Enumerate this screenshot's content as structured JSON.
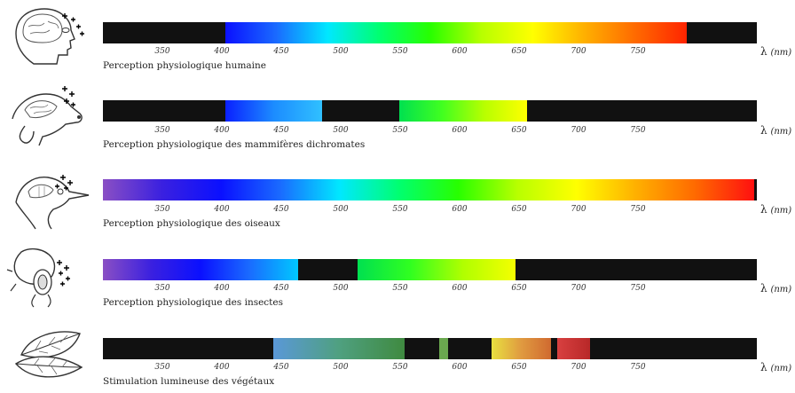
{
  "axis": {
    "range_nm": [
      300,
      850
    ],
    "ticks": [
      "350",
      "400",
      "450",
      "500",
      "550",
      "600",
      "650",
      "700",
      "750"
    ],
    "unit_symbol": "λ",
    "unit_label": "(nm)"
  },
  "rows": [
    {
      "icon": "human-head-icon",
      "caption": "Perception physiologique humaine",
      "segments": [
        {
          "from": 300,
          "to": 403,
          "gradient": [
            "#111111"
          ]
        },
        {
          "from": 403,
          "to": 791,
          "gradient": [
            "#0a10ff",
            "#1a6bff",
            "#00e8ff",
            "#00ff70",
            "#28ff00",
            "#b8ff00",
            "#ffff00",
            "#ffb000",
            "#ff6a00",
            "#ff2400"
          ]
        },
        {
          "from": 791,
          "to": 850,
          "gradient": [
            "#111111"
          ]
        }
      ]
    },
    {
      "icon": "dog-head-icon",
      "caption": "Perception physiologique des mammifères dichromates",
      "segments": [
        {
          "from": 300,
          "to": 403,
          "gradient": [
            "#111111"
          ]
        },
        {
          "from": 403,
          "to": 484,
          "gradient": [
            "#0a20ff",
            "#1c8cff",
            "#30c0ff"
          ]
        },
        {
          "from": 484,
          "to": 549,
          "gradient": [
            "#111111"
          ]
        },
        {
          "from": 549,
          "to": 657,
          "gradient": [
            "#00e050",
            "#40ff20",
            "#b8ff00",
            "#ffff00"
          ]
        },
        {
          "from": 657,
          "to": 850,
          "gradient": [
            "#111111"
          ]
        }
      ]
    },
    {
      "icon": "bird-head-icon",
      "caption": "Perception physiologique des oiseaux",
      "segments": [
        {
          "from": 300,
          "to": 848,
          "gradient": [
            "#8a4fc4",
            "#3a20e0",
            "#0a10ff",
            "#1a6bff",
            "#00e8ff",
            "#00ff70",
            "#28ff00",
            "#b8ff00",
            "#ffff00",
            "#ffb000",
            "#ff6a00",
            "#ff1010"
          ]
        },
        {
          "from": 848,
          "to": 850,
          "gradient": [
            "#111111"
          ]
        }
      ]
    },
    {
      "icon": "insect-head-icon",
      "caption": "Perception physiologique des insectes",
      "segments": [
        {
          "from": 300,
          "to": 464,
          "gradient": [
            "#8a4fc4",
            "#3a20e0",
            "#0a10ff",
            "#1a6bff",
            "#00c8ff"
          ]
        },
        {
          "from": 464,
          "to": 514,
          "gradient": [
            "#111111"
          ]
        },
        {
          "from": 514,
          "to": 647,
          "gradient": [
            "#00e050",
            "#30ff20",
            "#b0ff00",
            "#f5ff00"
          ]
        },
        {
          "from": 647,
          "to": 850,
          "gradient": [
            "#111111"
          ]
        }
      ]
    },
    {
      "icon": "leaves-icon",
      "caption": "Stimulation lumineuse des végétaux",
      "segments": [
        {
          "from": 300,
          "to": 443,
          "gradient": [
            "#111111"
          ]
        },
        {
          "from": 443,
          "to": 554,
          "gradient": [
            "#5a98d8",
            "#4fa080",
            "#3f8a40"
          ]
        },
        {
          "from": 554,
          "to": 583,
          "gradient": [
            "#111111"
          ]
        },
        {
          "from": 583,
          "to": 590,
          "gradient": [
            "#6aa84f"
          ]
        },
        {
          "from": 590,
          "to": 627,
          "gradient": [
            "#111111"
          ]
        },
        {
          "from": 627,
          "to": 677,
          "gradient": [
            "#e8e040",
            "#e09a40",
            "#d06a30"
          ]
        },
        {
          "from": 677,
          "to": 682,
          "gradient": [
            "#111111"
          ]
        },
        {
          "from": 682,
          "to": 710,
          "gradient": [
            "#d84040",
            "#b82828"
          ]
        },
        {
          "from": 710,
          "to": 850,
          "gradient": [
            "#111111"
          ]
        }
      ]
    }
  ]
}
